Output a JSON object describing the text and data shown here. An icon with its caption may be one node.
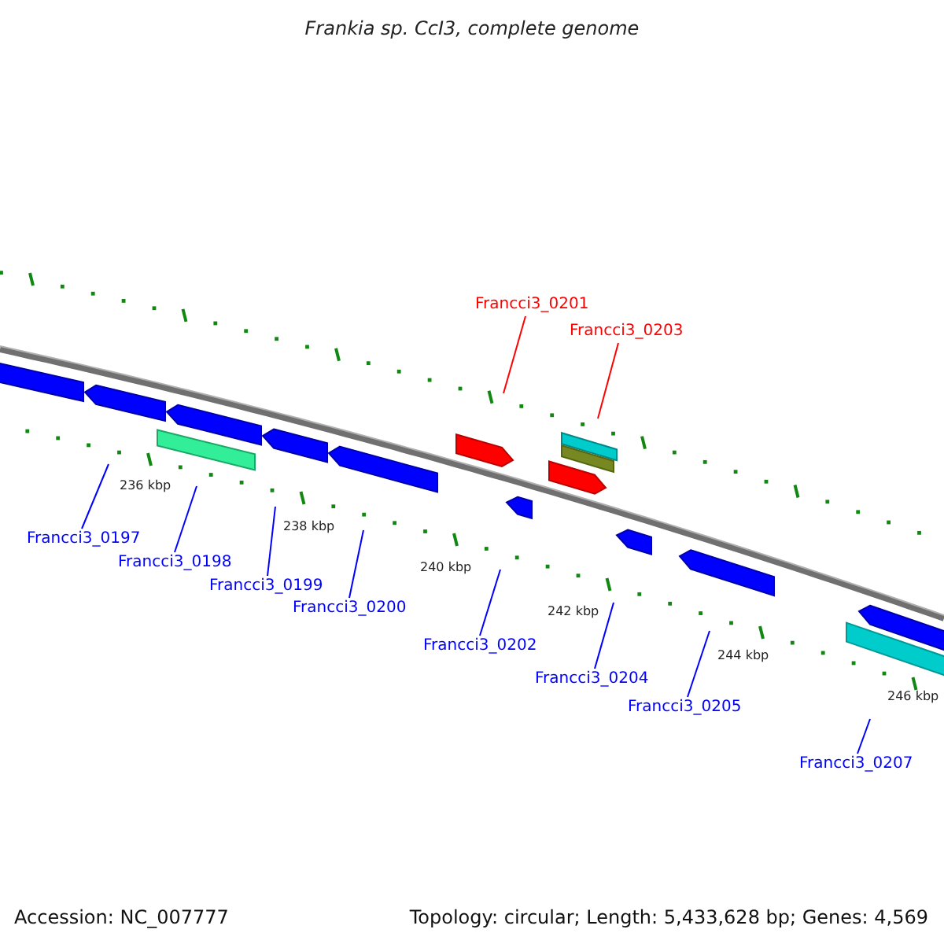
{
  "diagram": {
    "title": "Frankia sp. CcI3, complete genome",
    "nodes": [
      {
        "text": [
          "Francci3_0201"
        ]
      },
      {
        "text": [
          "Francci3_0203"
        ]
      },
      {
        "text": [
          "Francci3_0197"
        ]
      },
      {
        "text": [
          "Francci3_0198"
        ]
      },
      {
        "text": [
          "Francci3_0199"
        ]
      },
      {
        "text": [
          "Francci3_0200"
        ]
      },
      {
        "text": [
          "Francci3_0202"
        ]
      },
      {
        "text": [
          "Francci3_0204"
        ]
      },
      {
        "text": [
          "Francci3_0205"
        ]
      },
      {
        "text": [
          "Francci3_0207"
        ]
      }
    ],
    "edges": [
      {
        "from": 0,
        "to": null,
        "arrow": "none",
        "color": "#ff0000"
      },
      {
        "from": 1,
        "to": null,
        "arrow": "none",
        "color": "#ff0000"
      },
      {
        "from": 2,
        "to": null,
        "arrow": "none"
      },
      {
        "from": 3,
        "to": null,
        "arrow": "none"
      },
      {
        "from": 4,
        "to": null,
        "arrow": "none"
      },
      {
        "from": 5,
        "to": null,
        "arrow": "none"
      },
      {
        "from": 6,
        "to": null,
        "arrow": "none"
      },
      {
        "from": 7,
        "to": null,
        "arrow": "none"
      },
      {
        "from": 8,
        "to": null,
        "arrow": "none"
      },
      {
        "from": 9,
        "to": null,
        "arrow": "none"
      }
    ],
    "labels": [
      "236 kbp",
      "238 kbp",
      "240 kbp",
      "242 kbp",
      "244 kbp",
      "246 kbp",
      "Accession: NC_007777",
      "Topology: circular; Length: 5,433,628 bp; Genes: 4,569"
    ]
  }
}
